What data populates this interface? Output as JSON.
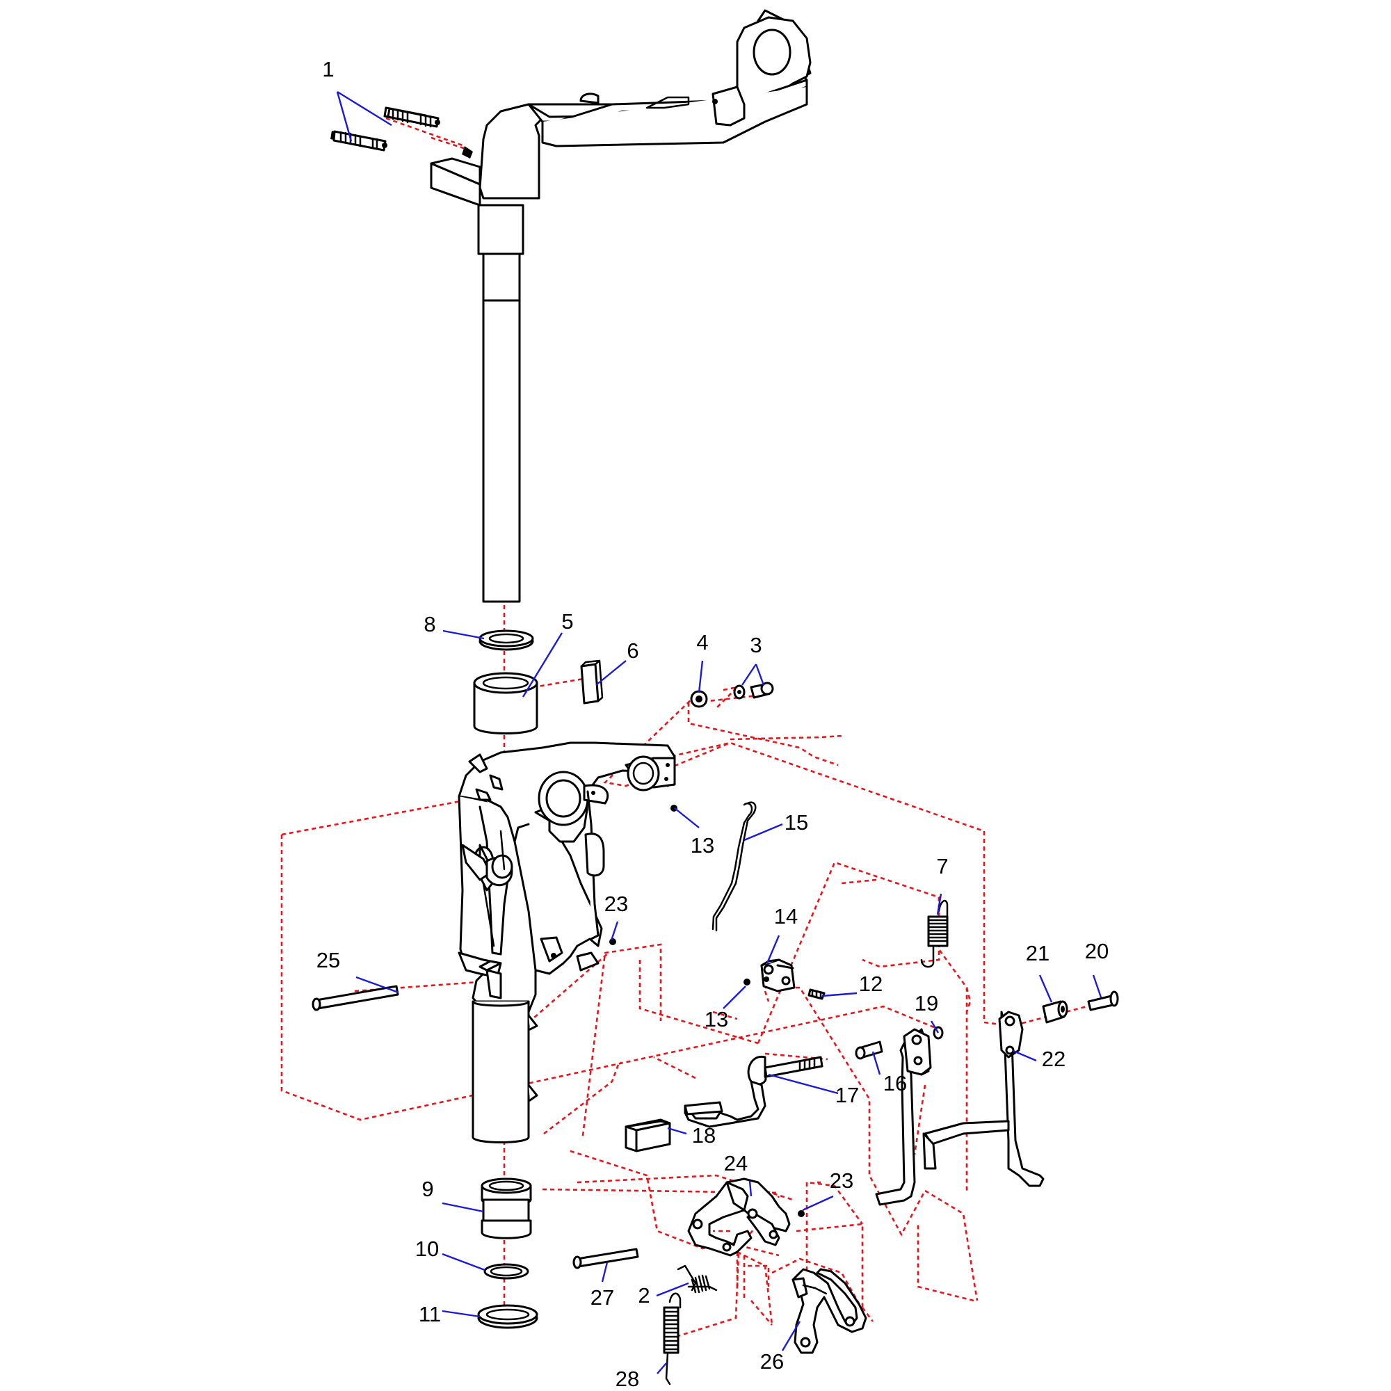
{
  "colors": {
    "outline": "#000000",
    "axis": "#e8141a",
    "leader": "#1a1adb",
    "background": "#ffffff"
  },
  "callouts": {
    "p1": "1",
    "p2": "2",
    "p3": "3",
    "p4": "4",
    "p5": "5",
    "p6": "6",
    "p7": "7",
    "p8": "8",
    "p9": "9",
    "p10": "10",
    "p11": "11",
    "p12": "12",
    "p13a": "13",
    "p13b": "13",
    "p14": "14",
    "p15": "15",
    "p16": "16",
    "p17": "17",
    "p18": "18",
    "p19": "19",
    "p20": "20",
    "p21": "21",
    "p22": "22",
    "p23a": "23",
    "p23b": "23",
    "p24": "24",
    "p25": "25",
    "p26": "26",
    "p27": "27",
    "p28": "28"
  }
}
